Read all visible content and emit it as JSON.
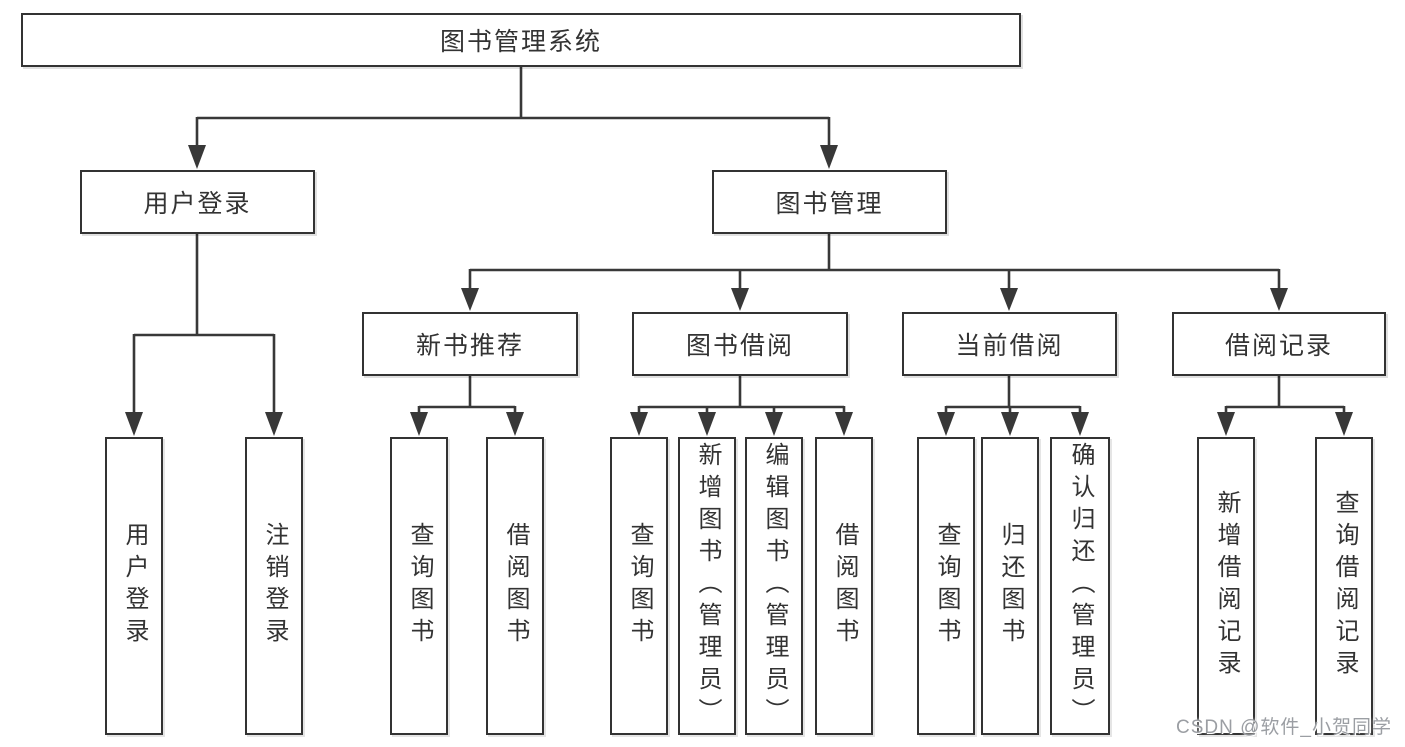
{
  "diagram": {
    "root": {
      "label": "图书管理系统"
    },
    "level2": [
      {
        "label": "用户登录"
      },
      {
        "label": "图书管理"
      }
    ],
    "level3": [
      {
        "label": "新书推荐"
      },
      {
        "label": "图书借阅"
      },
      {
        "label": "当前借阅"
      },
      {
        "label": "借阅记录"
      }
    ],
    "leaves": {
      "user_login": [
        {
          "label": "用户登录"
        },
        {
          "label": "注销登录"
        }
      ],
      "new_book_recommend": [
        {
          "label": "查询图书"
        },
        {
          "label": "借阅图书"
        }
      ],
      "book_borrow": [
        {
          "label": "查询图书"
        },
        {
          "label": "新增图书（管理员）"
        },
        {
          "label": "编辑图书（管理员）"
        },
        {
          "label": "借阅图书"
        }
      ],
      "current_borrow": [
        {
          "label": "查询图书"
        },
        {
          "label": "归还图书"
        },
        {
          "label": "确认归还（管理员）"
        }
      ],
      "borrow_records": [
        {
          "label": "新增借阅记录"
        },
        {
          "label": "查询借阅记录"
        }
      ]
    }
  },
  "watermark": {
    "text": "CSDN @软件_小贺同学"
  },
  "colors": {
    "line": "#383838",
    "border": "#333333",
    "text": "#333333",
    "watermark": "#9b9ea3",
    "background": "#ffffff"
  }
}
